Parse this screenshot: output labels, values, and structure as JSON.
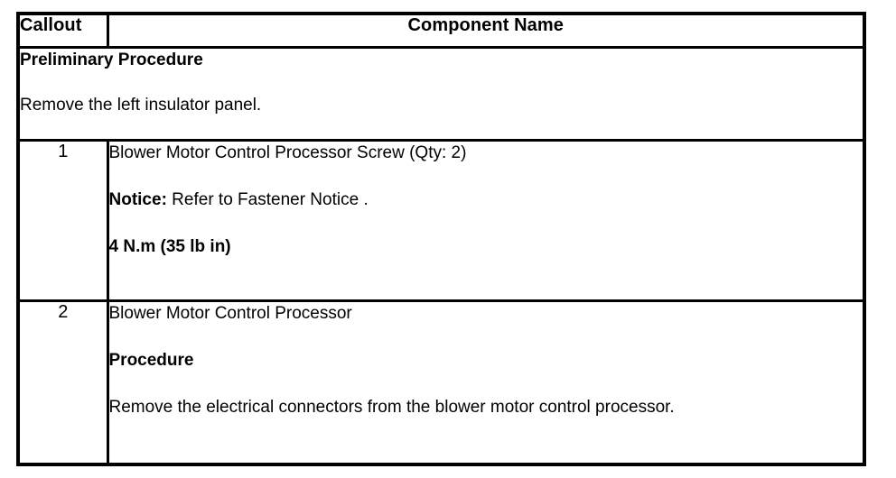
{
  "document": {
    "type": "service-procedure-callout-table",
    "background_color": "#ffffff",
    "text_color": "#000000",
    "border_color": "#000000"
  },
  "table": {
    "headers": {
      "callout": "Callout",
      "component_name": "Component Name"
    },
    "preliminary": {
      "title": "Preliminary Procedure",
      "text": "Remove the left insulator panel."
    },
    "rows": [
      {
        "callout": "1",
        "name": "Blower Motor Control Processor Screw (Qty: 2)",
        "notice_label": "Notice:",
        "notice_text": " Refer to Fastener Notice .",
        "torque": "4 N.m (35 lb in)"
      },
      {
        "callout": "2",
        "name": "Blower Motor Control Processor",
        "procedure_label": "Procedure",
        "procedure_text": "Remove the electrical connectors from the blower motor control processor."
      }
    ]
  }
}
